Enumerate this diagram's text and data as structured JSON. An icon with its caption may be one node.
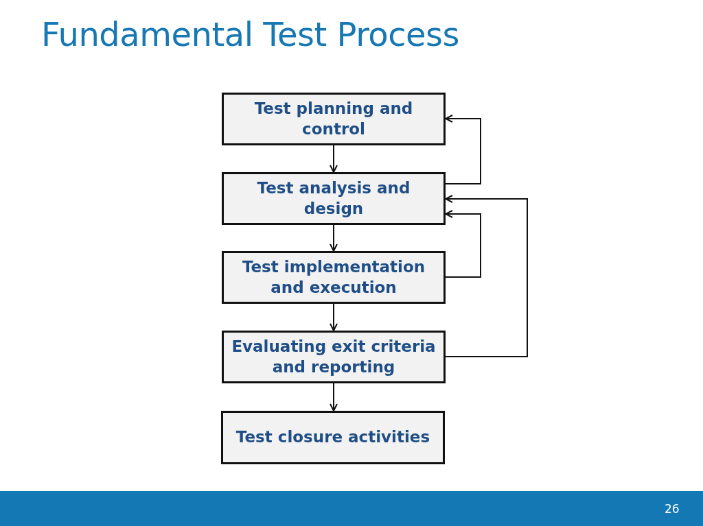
{
  "diagram": {
    "title": "Fundamental Test Process",
    "nodes": [
      {
        "text": [
          "Test planning and control"
        ]
      },
      {
        "text": [
          "Test analysis and design"
        ]
      },
      {
        "text": [
          "Test implementation and execution"
        ]
      },
      {
        "text": [
          "Evaluating exit criteria and reporting"
        ]
      },
      {
        "text": [
          "Test closure activities"
        ]
      }
    ],
    "edges": [
      {
        "from": 0,
        "to": 1,
        "arrow": "to"
      },
      {
        "from": 1,
        "to": 2,
        "arrow": "to"
      },
      {
        "from": 2,
        "to": 3,
        "arrow": "to"
      },
      {
        "from": 3,
        "to": 4,
        "arrow": "to"
      },
      {
        "from": 1,
        "to": 0,
        "arrow": "to"
      },
      {
        "from": 2,
        "to": 1,
        "arrow": "to"
      },
      {
        "from": 3,
        "to": 1,
        "arrow": "to"
      }
    ],
    "labels": [
      "26"
    ]
  }
}
